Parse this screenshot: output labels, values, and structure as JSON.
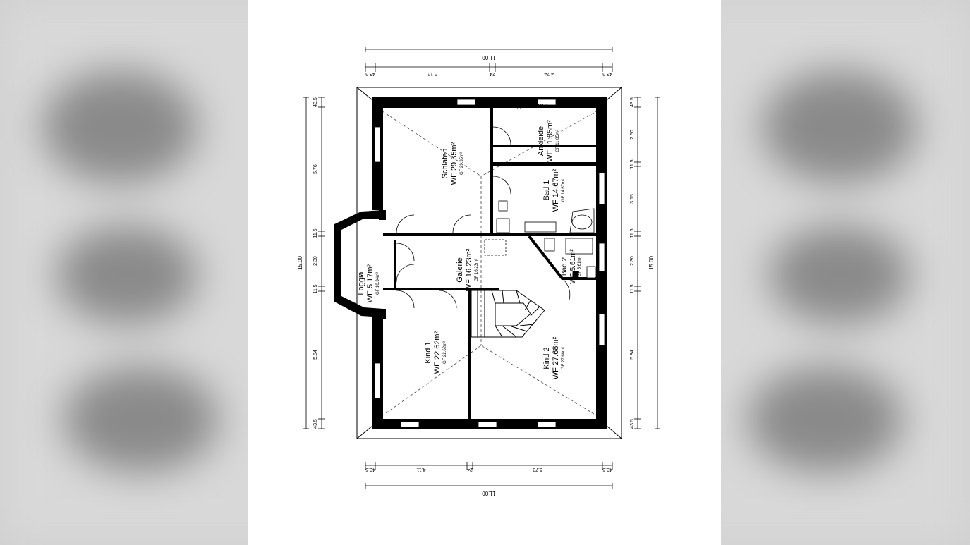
{
  "watermark": "www.grundriss.com",
  "rooms": [
    {
      "name": "Schlafen",
      "wf": "WF 29.35m²",
      "gf": "GF 29.35m²"
    },
    {
      "name": "Ankleide",
      "wf": "WF 11.85m²",
      "gf": "GF 11.85m²"
    },
    {
      "name": "Bad 1",
      "wf": "WF 14.67m²",
      "gf": "GF 14.67m²"
    },
    {
      "name": "Loggia",
      "wf": "WF 5.17m²",
      "gf": "GF 10.34m²"
    },
    {
      "name": "Galerie",
      "wf": "WF 16.23m²",
      "gf": "GF 16.23m²"
    },
    {
      "name": "Bad 2",
      "wf": "WF 5.61m²",
      "gf": "GF 5.61m²"
    },
    {
      "name": "Kind 1",
      "wf": "WF 22.62m²",
      "gf": "GF 22.62m²"
    },
    {
      "name": "Kind 2",
      "wf": "WF 27.68m²",
      "gf": "GF 27.68m²"
    }
  ],
  "dimensions": {
    "top_total": "11.00",
    "top_segments": [
      "43.5",
      "5.15",
      "24",
      "4.74",
      "43.5"
    ],
    "bottom_total": "11.00",
    "bottom_segments": [
      "43.5",
      "4.11",
      "24",
      "5.78",
      "43.5"
    ],
    "left_total": "15.00",
    "left_segments": [
      "43.5",
      "5.76",
      "11.5",
      "2.30",
      "11.5",
      "5.84",
      "43.5"
    ],
    "right_total": "15.00",
    "right_segments": [
      "43.5",
      "2.50",
      "11.5",
      "3.15",
      "11.5",
      "2.30",
      "11.5",
      "5.84",
      "43.5"
    ]
  }
}
